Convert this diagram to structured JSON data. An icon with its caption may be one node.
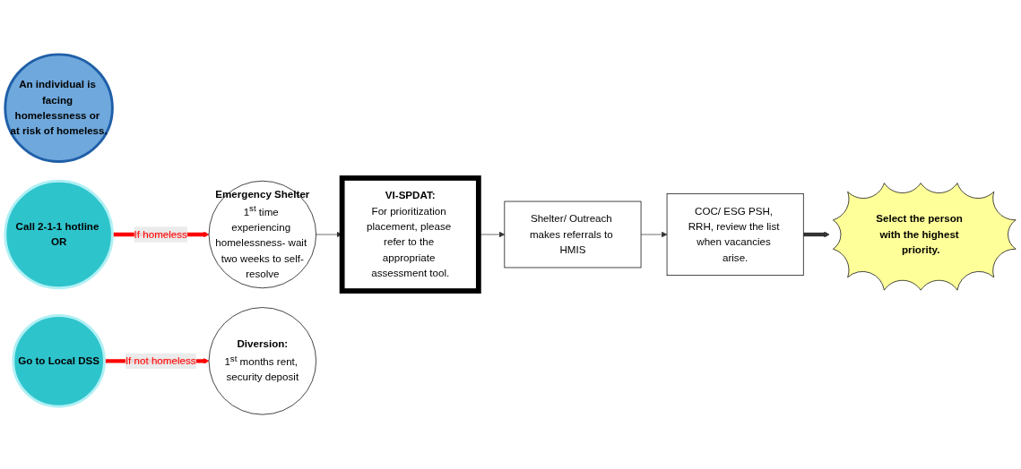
{
  "diagram": {
    "nodes": [
      {
        "text": [
          "An individual is facing homelessness or at risk of homeless."
        ]
      },
      {
        "text": [
          "Call 2-1-1 hotline OR"
        ]
      },
      {
        "text": [
          "Go to Local DSS"
        ]
      },
      {
        "text": [
          "Emergency Shelter",
          "1$^{st}$ time experiencing homelessness- wait two weeks to self-resolve"
        ]
      },
      {
        "text": [
          "Diversion:",
          "1$^{st}$ months rent, security deposit"
        ]
      },
      {
        "text": [
          "VI-SPDAT:",
          "For prioritization placement, please refer to the appropriate assessment tool."
        ]
      },
      {
        "text": [
          "Shelter/ Outreach makes referrals to HMIS"
        ]
      },
      {
        "text": [
          "COC/ ESG PSH, RRH, review the list when vacancies arise."
        ]
      },
      {
        "text": [
          "Select the person with the highest priority."
        ]
      }
    ],
    "edges": [
      {
        "from": 1,
        "to": 3,
        "arrow": "to",
        "label": "If homeless",
        "style": "thick",
        "color": "#ff0000"
      },
      {
        "from": 2,
        "to": 4,
        "arrow": "to",
        "label": "If not homeless",
        "style": "thick",
        "color": "#ff0000"
      },
      {
        "from": 3,
        "to": 5,
        "arrow": "to"
      },
      {
        "from": 5,
        "to": 6,
        "arrow": "to"
      },
      {
        "from": 6,
        "to": 7,
        "arrow": "to"
      },
      {
        "from": 7,
        "to": 8,
        "arrow": "to",
        "style": "thick"
      }
    ]
  }
}
